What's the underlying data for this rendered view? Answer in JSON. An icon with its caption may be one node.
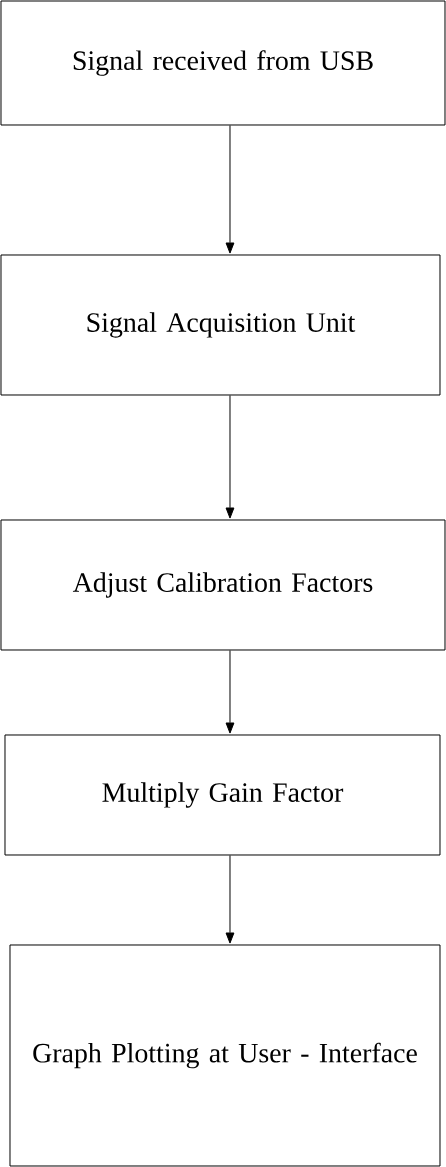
{
  "diagram": {
    "nodes": [
      {
        "text": [
          "Signal received from USB"
        ]
      },
      {
        "text": [
          "Signal Acquisition Unit"
        ]
      },
      {
        "text": [
          "Adjust Calibration Factors"
        ]
      },
      {
        "text": [
          "Multiply Gain Factor"
        ]
      },
      {
        "text": [
          "Graph Plotting at User - Interface"
        ]
      }
    ],
    "edges": [
      {
        "from": 0,
        "to": 1,
        "arrow": "to"
      },
      {
        "from": 1,
        "to": 2,
        "arrow": "to"
      },
      {
        "from": 2,
        "to": 3,
        "arrow": "to"
      },
      {
        "from": 3,
        "to": 4,
        "arrow": "to"
      }
    ]
  }
}
